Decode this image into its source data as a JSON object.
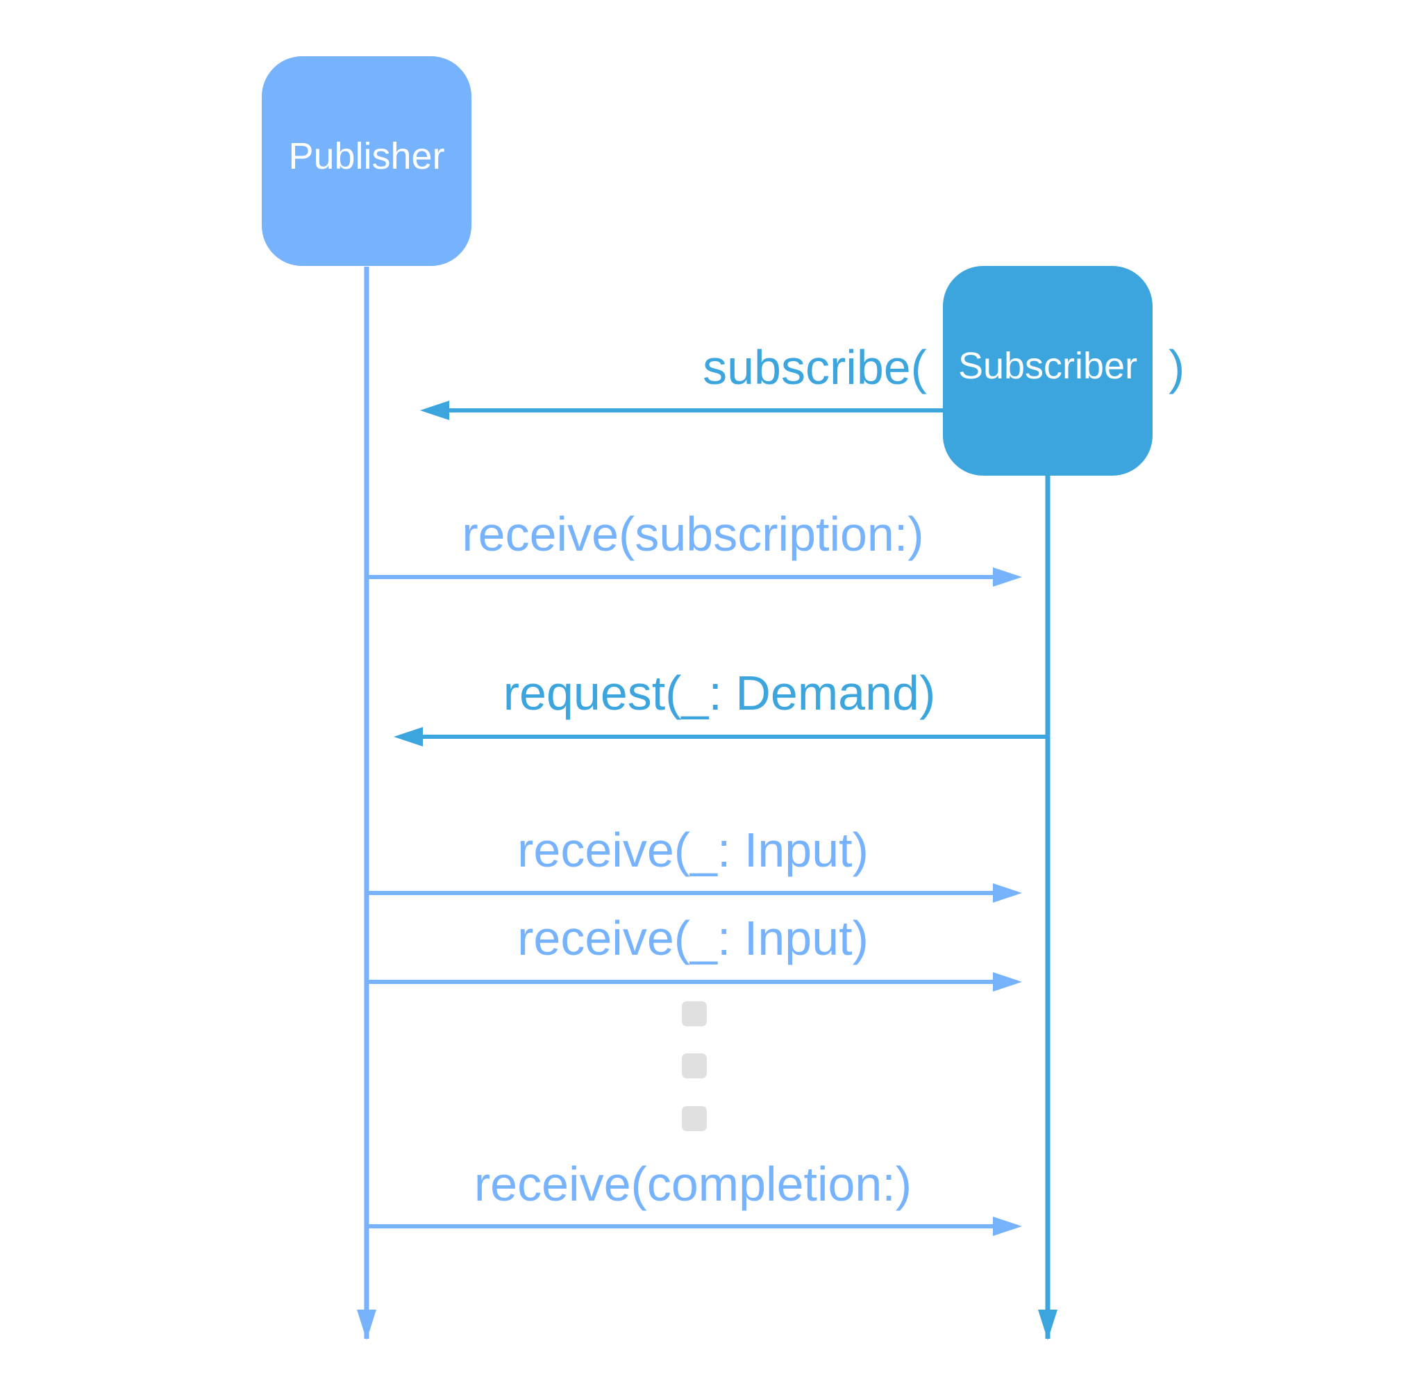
{
  "colors": {
    "publisher": "#77B3FC",
    "subscriber": "#3CA5DE",
    "ellipsis": "#E0E0E0",
    "background": "#FFFFFF"
  },
  "actors": {
    "publisher": {
      "label": "Publisher"
    },
    "subscriber": {
      "label": "Subscriber"
    }
  },
  "messages": {
    "subscribe_prefix": "subscribe(",
    "subscribe_suffix": ")",
    "receive_subscription": "receive(subscription:)",
    "request_demand": "request(_: Demand)",
    "receive_input_1": "receive(_: Input)",
    "receive_input_2": "receive(_: Input)",
    "receive_completion": "receive(completion:)"
  }
}
